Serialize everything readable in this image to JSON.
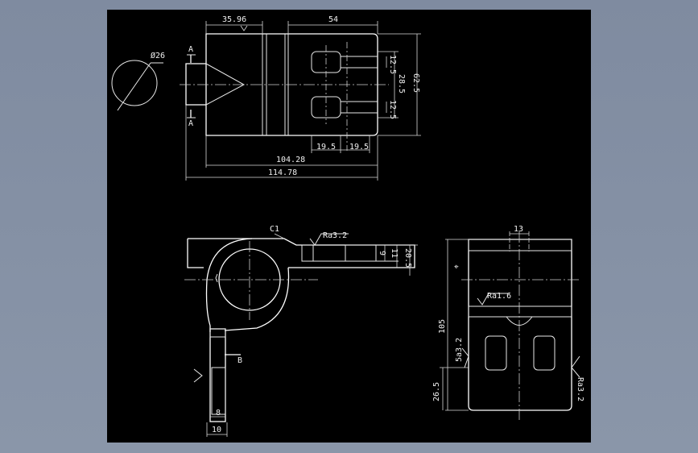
{
  "top_view": {
    "dims": {
      "d1": "35.96",
      "d2": "54",
      "d3": "12.5",
      "d4": "28.5",
      "d5": "12.5",
      "d6": "62.5",
      "d7": "19.5",
      "d8": "19.5",
      "d9": "104.28",
      "d10": "114.78"
    },
    "section_label_top": "A",
    "section_label_bottom": "A",
    "detail_dia": "Ø26"
  },
  "front_view": {
    "chamfer": "C1",
    "rough1": "Ra3.2",
    "dims": {
      "h9": "9",
      "h11": "11",
      "h205": "20.5",
      "w8": "8",
      "w10": "10"
    },
    "section_label": "B"
  },
  "side_view": {
    "dims": {
      "w13": "13",
      "h105": "105",
      "h265": "26.5"
    },
    "rough_a": "Ra1.6",
    "rough_b": "5a3.2",
    "rough_c": "Ra3.2",
    "gd_symbol": "⌖"
  }
}
